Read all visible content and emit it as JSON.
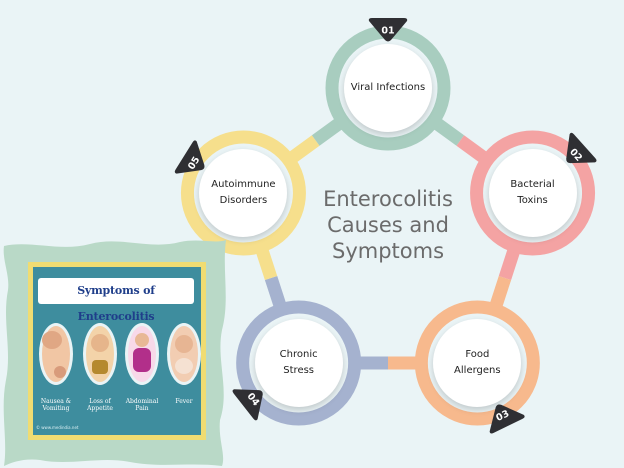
{
  "diagram": {
    "title": "Enterocolitis\nCauses and\nSymptoms",
    "nodes": [
      {
        "number": "01",
        "label": "Viral Infections",
        "color": "#a8cdbf"
      },
      {
        "number": "02",
        "label": "Bacterial\nToxins",
        "color": "#f4a3a3"
      },
      {
        "number": "03",
        "label": "Food\nAllergens",
        "color": "#f7b98d"
      },
      {
        "number": "04",
        "label": "Chronic\nStress",
        "color": "#a5b2cf"
      },
      {
        "number": "05",
        "label": "Autoimmune\nDisorders",
        "color": "#f6df8c"
      }
    ],
    "badge_color": "#2f2f33"
  },
  "inset": {
    "title": "Symptoms of Enterocolitis",
    "symptoms": [
      {
        "label": "Nausea &\nVomiting"
      },
      {
        "label": "Loss of Appetite"
      },
      {
        "label": "Abdominal Pain"
      },
      {
        "label": "Fever"
      }
    ],
    "credit": "© www.medindia.net",
    "frame_color": "#f0dc72",
    "panel_color": "#3e8d9e",
    "backdrop_color": "#b9d9c7"
  }
}
